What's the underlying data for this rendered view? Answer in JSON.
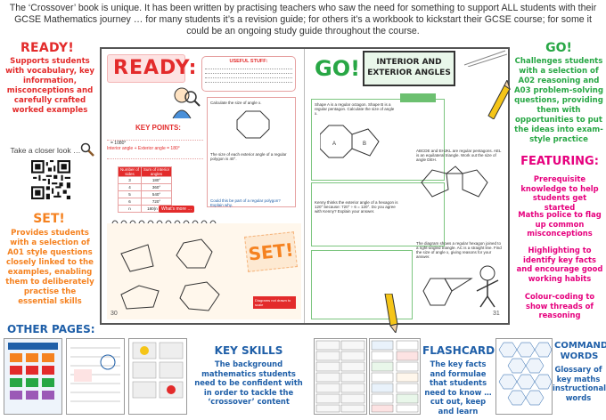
{
  "intro": "The ‘Crossover’ book is unique. It has been written by practising teachers who saw the need for something to support ALL students with their GCSE Mathematics journey … for many students it’s a revision guide; for others it’s a workbook to kickstart their GCSE course; for some it could be an ongoing study guide throughout the course.",
  "ready": {
    "heading": "READY!",
    "text": "Supports students with vocabulary, key information, misconceptions and carefully crafted worked examples"
  },
  "closer_look": "Take a closer look …",
  "set": {
    "heading": "SET!",
    "text": "Provides students with a selection of A01 style questions closely linked to the examples, enabling them to deliberately practise the essential skills"
  },
  "go": {
    "heading": "GO!",
    "text": "Challenges students with a selection of A02 reasoning and A03 problem-solving questions, providing them with opportunities to put the ideas into exam-style practice"
  },
  "featuring": {
    "heading": "FEATURING:",
    "items": [
      "Prerequisite knowledge to help students get started",
      "Maths police to flag up common misconceptions",
      "Highlighting to identify key facts and encourage good working habits",
      "Colour-coding to show threads of reasoning"
    ]
  },
  "other_pages": "OTHER PAGES:",
  "key_skills": {
    "heading": "KEY SKILLS",
    "text": "The background mathematics students need to be confident with in order to tackle the ‘crossover’ content"
  },
  "flashcards": {
    "heading": "FLASHCARDS",
    "text": "The key facts and formulae that students need to know … cut out, keep and learn"
  },
  "command_words": {
    "heading": "COMMAND WORDS",
    "text": "Glossary of key maths instructional words"
  },
  "book": {
    "left": {
      "ready_label": "READY:",
      "useful_title": "USEFUL STUFF:",
      "key_points": "KEY POINTS:",
      "kp_sum_octagon": "= 1080°",
      "kp_ext": "Interior angle + Exterior angle = 180°",
      "table_headers": [
        "Number of sides",
        "Sum of interior angles"
      ],
      "table_rows": [
        [
          "3",
          "180°"
        ],
        [
          "4",
          "360°"
        ],
        [
          "5",
          "540°"
        ],
        [
          "6",
          "720°"
        ],
        [
          "n",
          "180(n − 2)"
        ]
      ],
      "whats_more": "What's more …",
      "set_label": "SET!",
      "q1": "Calculate the size of angle x.",
      "q2": "The size of each exterior angle of a regular polygon is 40°.",
      "q3": "Could this be part of a regular polygon? Explain why.",
      "diagram_note": "Diagrams not drawn to scale",
      "page_number": "30"
    },
    "right": {
      "go_label": "GO!",
      "banner": "INTERIOR AND EXTERIOR ANGLES",
      "q1": "Shape A is a regular octagon. Shape B is a regular pentagon. Calculate the size of angle x.",
      "q2": "ABCDE and EHJKL are regular pentagons. AEL is an equilateral triangle. Work out the size of angle DEH.",
      "q3": "Kenny thinks the exterior angle of a hexagon is 120° because: 720° ÷ 6 = 120°. Do you agree with Kenny? Explain your answer.",
      "q4": "The diagram shows a regular hexagon joined to a right-angled triangle. AC is a straight line. Find the size of angle x, giving reasons for your answer.",
      "page_number": "31"
    }
  },
  "colors": {
    "red": "#e32b2b",
    "orange": "#f58220",
    "green": "#28a745",
    "pink": "#e6007e",
    "blue": "#1f5fa8"
  }
}
